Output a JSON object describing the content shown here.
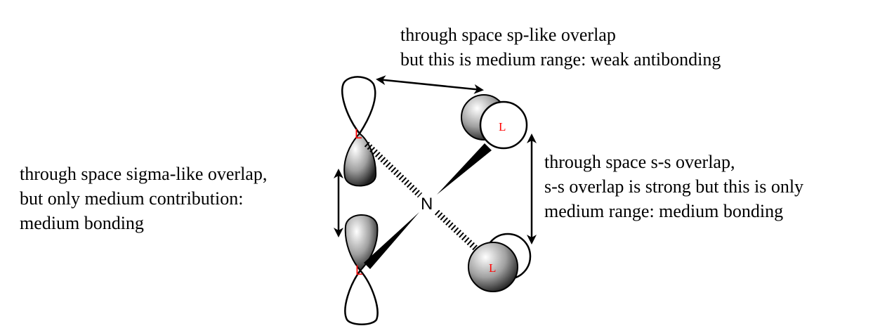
{
  "annotations": {
    "top": [
      "through space sp-like overlap",
      "but this is medium range: weak antibonding"
    ],
    "left": [
      "through space sigma-like overlap,",
      "but only medium contribution:",
      "medium bonding"
    ],
    "right": [
      "through space s-s overlap,",
      "s-s overlap is strong but this is only",
      "medium range: medium bonding"
    ]
  },
  "molecule": {
    "center_atom": "N",
    "ligand_label": "L"
  },
  "colors": {
    "ligand_label": "#ff0000"
  }
}
